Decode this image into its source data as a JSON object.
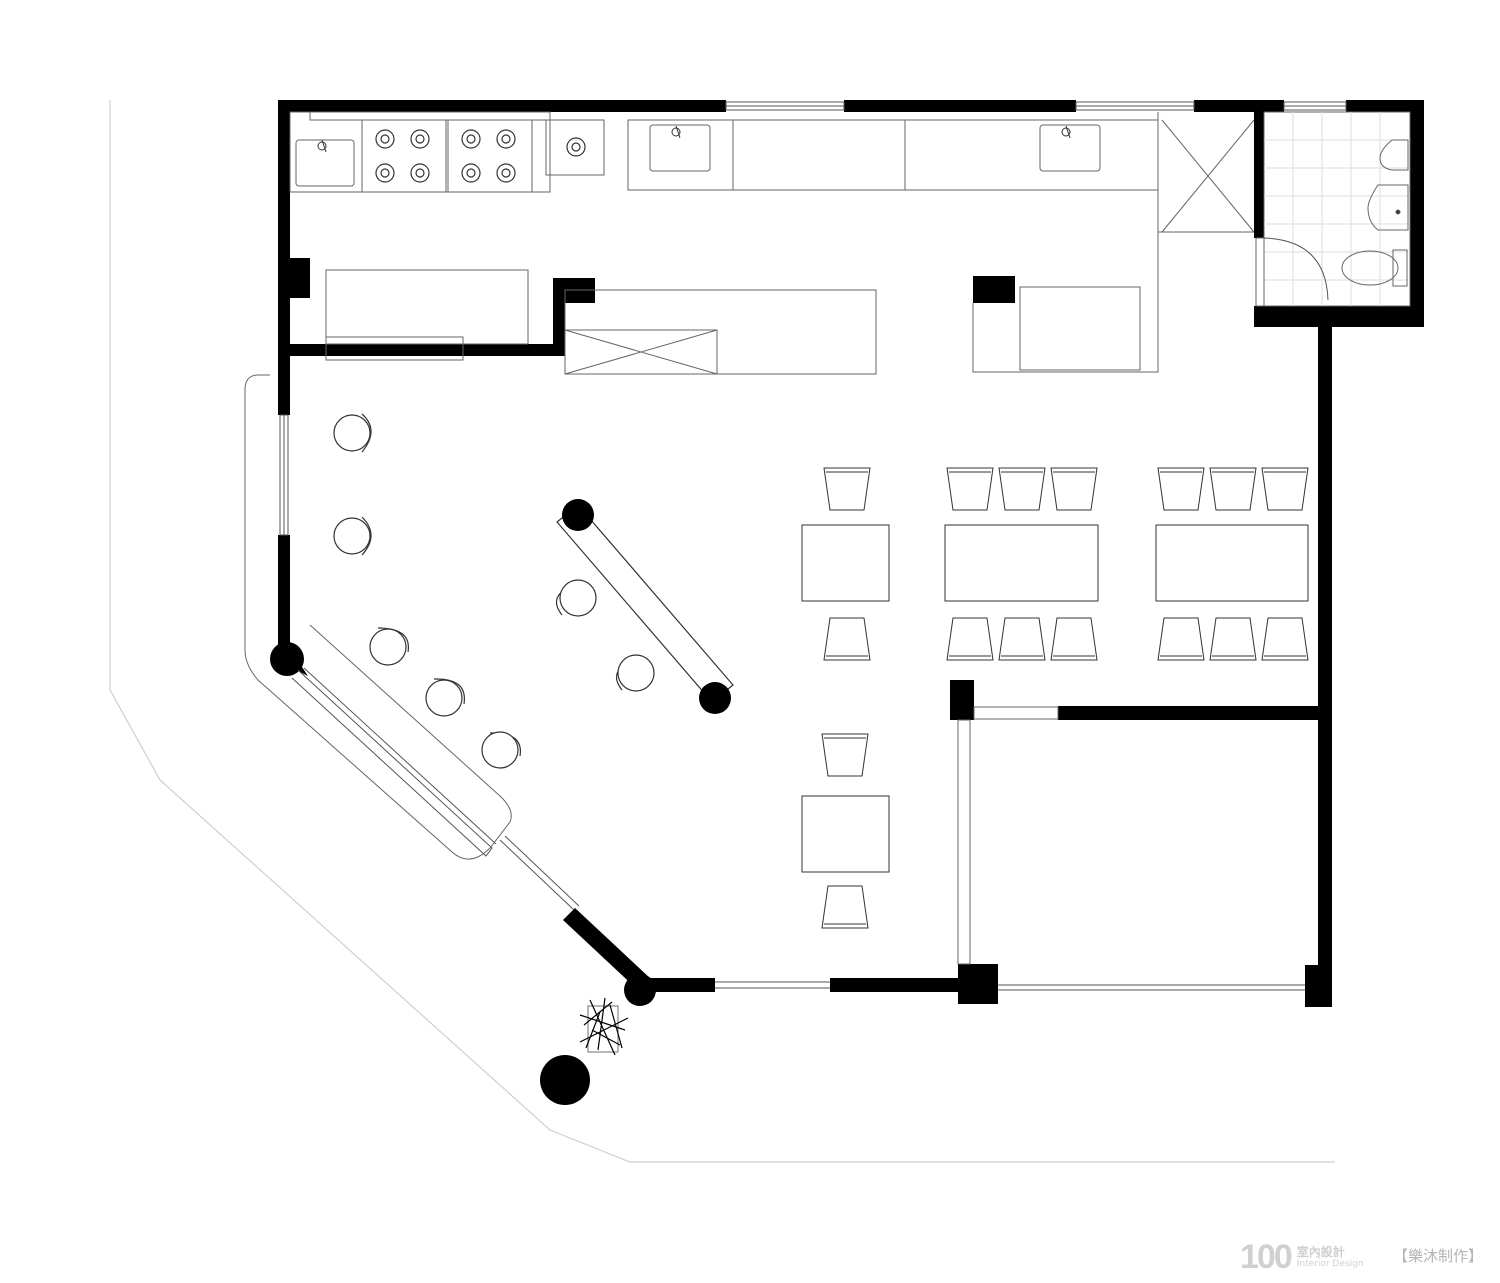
{
  "watermark": {
    "number": "100",
    "chinese": "室內設計",
    "english": "Interior Design"
  },
  "credit": "【樂沐制作】",
  "colors": {
    "wall": "#000000",
    "line": "#4a4a4a",
    "site": "#cfcfcf"
  }
}
